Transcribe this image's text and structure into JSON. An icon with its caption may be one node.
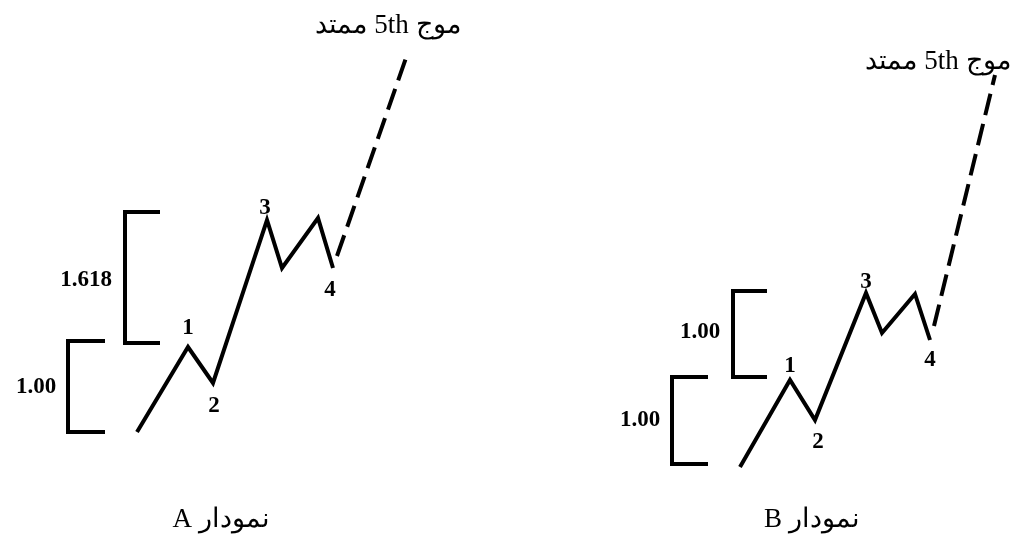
{
  "diagram": {
    "labels": [
      "موج 5th ممتد",
      "3",
      "1.618",
      "4",
      "1",
      "1.00",
      "2",
      "نمودار A",
      "موج 5th ممتد",
      "3",
      "1.00",
      "4",
      "1",
      "1.00",
      "2",
      "نمودار B"
    ]
  }
}
